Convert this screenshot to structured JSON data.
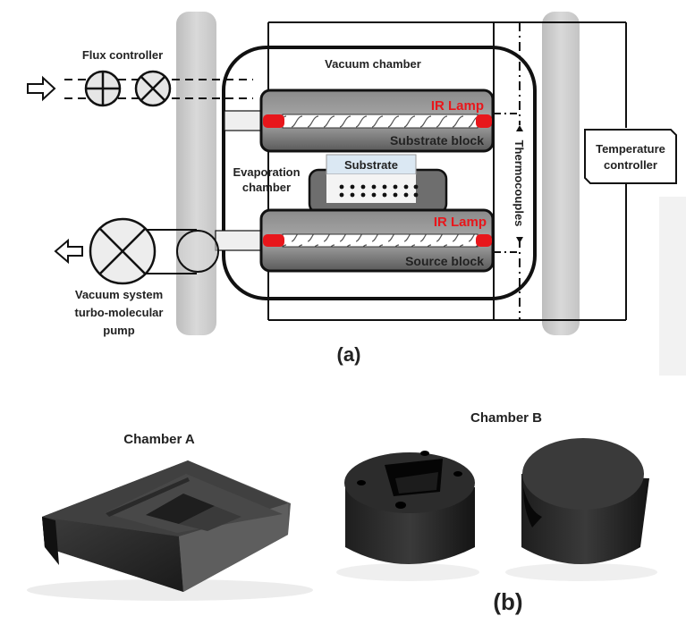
{
  "panel_a": {
    "label": "(a)",
    "flux_controller": "Flux controller",
    "vacuum_chamber": "Vacuum chamber",
    "evaporation_chamber_line1": "Evaporation",
    "evaporation_chamber_line2": "chamber",
    "ir_lamp_top": "IR Lamp",
    "substrate_block": "Substrate block",
    "substrate": "Substrate",
    "ir_lamp_bottom": "IR Lamp",
    "source_block": "Source block",
    "thermocouples": "Thermocouples",
    "temperature_controller_line1": "Temperature",
    "temperature_controller_line2": "controller",
    "pump_line1": "Vacuum system",
    "pump_line2": "turbo-molecular",
    "pump_line3": "pump",
    "icons": {
      "inlet_arrow": "arrow-right-icon",
      "outlet_arrow": "arrow-left-icon",
      "flux_valve_1": "circle-plus-icon",
      "flux_valve_2": "circle-x-icon",
      "pump_valve": "circle-x-icon"
    },
    "colors": {
      "ir_lamp": "#e8161b",
      "block": "#6e6e6e",
      "substrate": "#dbe8f3",
      "wall": "#cfcfcf"
    }
  },
  "panel_b": {
    "label": "(b)",
    "chamber_a": "Chamber A",
    "chamber_b": "Chamber B"
  }
}
